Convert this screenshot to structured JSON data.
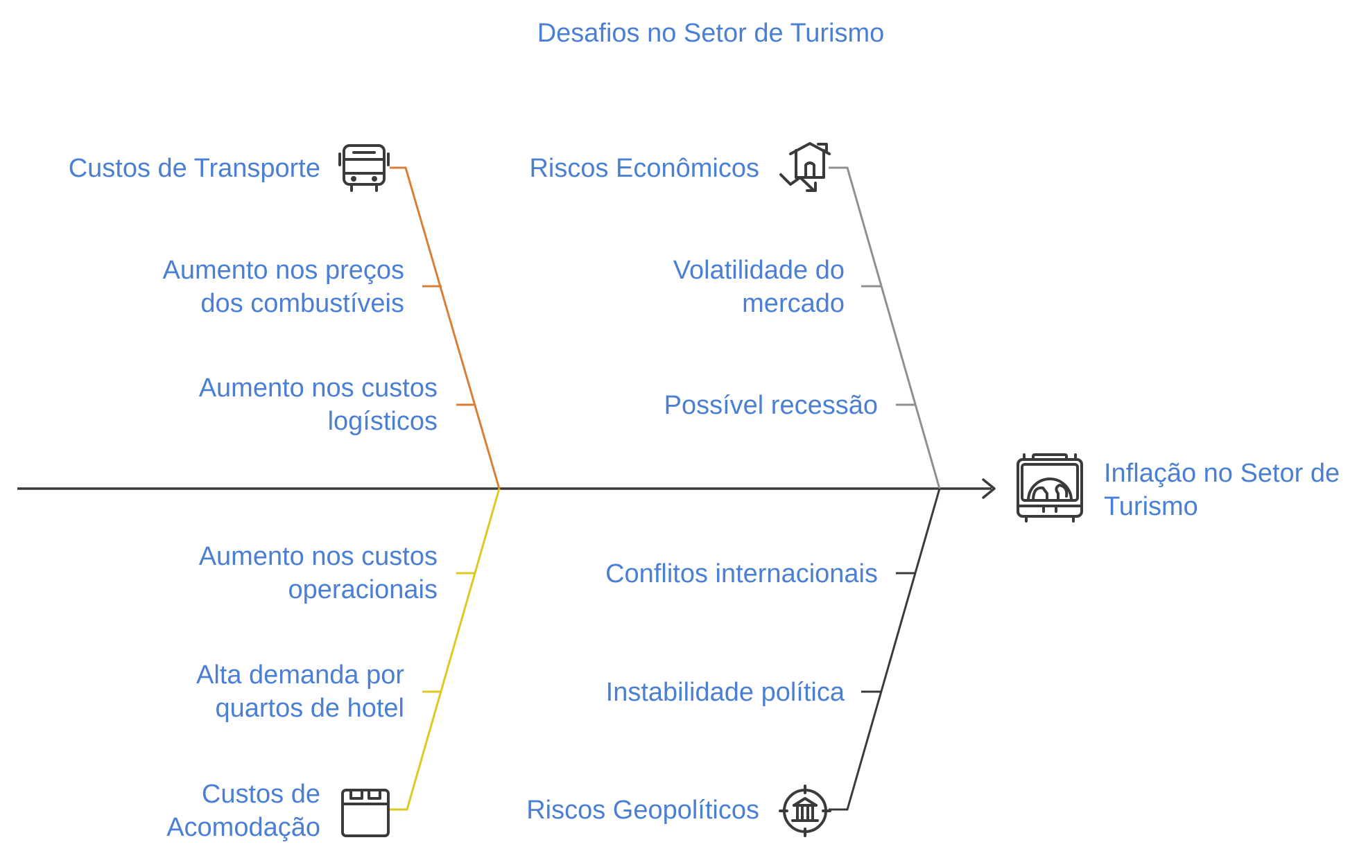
{
  "title": "Desafios no Setor de Turismo",
  "effect": {
    "label_line1": "Inflação no Setor de",
    "label_line2": "Turismo",
    "icon": "suitcase-globe-icon"
  },
  "categories": {
    "transport": {
      "label": "Custos de Transporte",
      "icon": "bus-icon",
      "color": "#d97f35",
      "causes": [
        {
          "line1": "Aumento nos preços",
          "line2": "dos combustíveis"
        },
        {
          "line1": "Aumento nos custos",
          "line2": "logísticos"
        }
      ]
    },
    "economic": {
      "label": "Riscos Econômicos",
      "icon": "house-down-trend-icon",
      "color": "#8f8f8f",
      "causes": [
        {
          "line1": "Volatilidade do",
          "line2": "mercado"
        },
        {
          "line1": "Possível recessão"
        }
      ]
    },
    "accommodation": {
      "label_line1": "Custos de",
      "label_line2": "Acomodação",
      "icon": "hotel-bed-icon",
      "color": "#dcc821",
      "causes": [
        {
          "line1": "Aumento nos custos",
          "line2": "operacionais"
        },
        {
          "line1": "Alta demanda por",
          "line2": "quartos de hotel"
        }
      ]
    },
    "geopolitical": {
      "label": "Riscos Geopolíticos",
      "icon": "government-target-icon",
      "color": "#3a3a3a",
      "causes": [
        {
          "line1": "Conflitos internacionais"
        },
        {
          "line1": "Instabilidade política"
        }
      ]
    }
  },
  "spine_color": "#3a3a3a",
  "text_color": "#4a7fd4"
}
